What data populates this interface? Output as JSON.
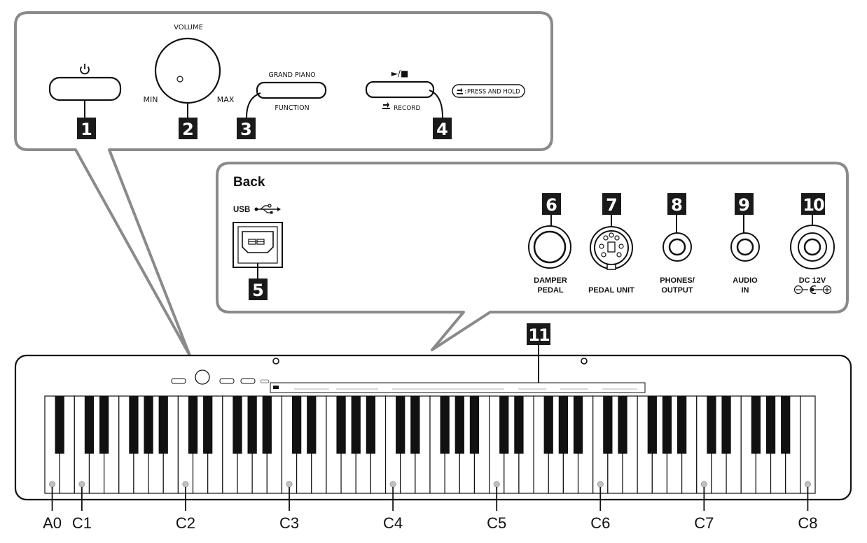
{
  "top_panel": {
    "power_symbol": "⏻",
    "volume_label": "VOLUME",
    "volume_min": "MIN",
    "volume_max": "MAX",
    "grand_piano_label": "GRAND PIANO",
    "function_label": "FUNCTION",
    "play_stop_label": "►/■",
    "record_label": "RECORD",
    "press_and_hold_label": "PRESS AND HOLD"
  },
  "back_panel": {
    "title": "Back",
    "usb_label": "USB",
    "damper_pedal_line1": "DAMPER",
    "damper_pedal_line2": "PEDAL",
    "pedal_unit_label": "PEDAL UNIT",
    "phones_line1": "PHONES/",
    "phones_line2": "OUTPUT",
    "audio_in_line1": "AUDIO",
    "audio_in_line2": "IN",
    "dc_label": "DC 12V"
  },
  "callouts": [
    "1",
    "2",
    "3",
    "4",
    "5",
    "6",
    "7",
    "8",
    "9",
    "10",
    "11"
  ],
  "key_labels": [
    "A0",
    "C1",
    "C2",
    "C3",
    "C4",
    "C5",
    "C6",
    "C7",
    "C8"
  ],
  "colors": {
    "badge": "#1a1a1a",
    "panel_stroke": "#888888",
    "key_marker": "#bfbfbf"
  }
}
